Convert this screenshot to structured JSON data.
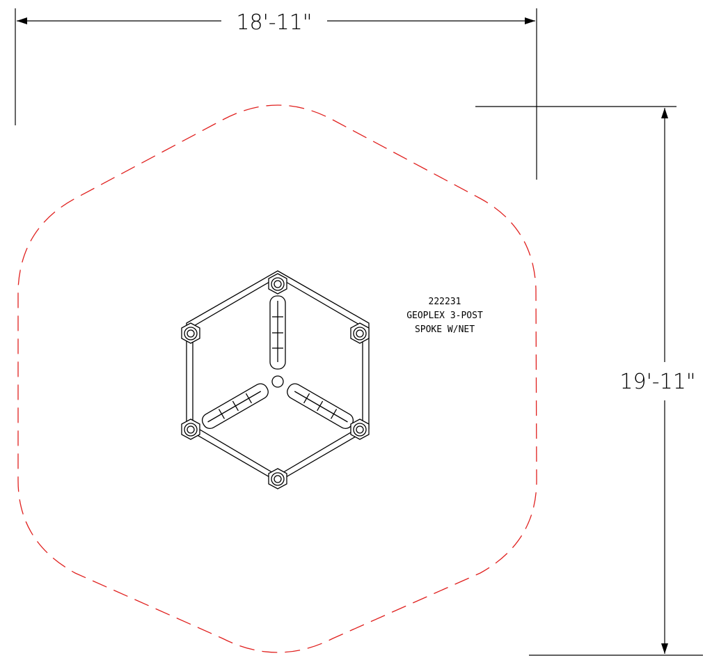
{
  "dimensions": {
    "width": "18'-11\"",
    "height": "19'-11\""
  },
  "component": {
    "part_number": "222231",
    "name": "GEOPLEX 3-POST",
    "description": "SPOKE W/NET"
  },
  "colors": {
    "line": "#000000",
    "use_zone": "#e0201e",
    "background": "#ffffff"
  }
}
